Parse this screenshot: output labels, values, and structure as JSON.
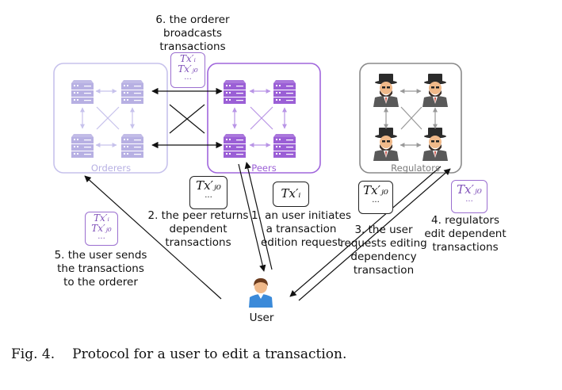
{
  "groups": {
    "orderers": "Orderers",
    "peers": "Peers",
    "regulators": "Regulators"
  },
  "user_label": "User",
  "steps": {
    "step1": "1. an user initiates\na transaction\nedition request",
    "step2": "2. the peer returns\ndependent\ntransactions",
    "step3": "3. the user\nrequests editing\ndependency\ntransaction",
    "step4": "4. regulators\nedit dependent\ntransactions",
    "step5": "5. the user sends\nthe transactions\nto the orderer",
    "step6": "6. the orderer\nbroadcasts\ntransactions"
  },
  "tx": {
    "txi": "Tx′ᵢ",
    "txj0": "Tx′ⱼ₀",
    "dots": "..."
  },
  "caption": {
    "number": "Fig. 4.",
    "text": "Protocol for a user to edit a transaction."
  },
  "colors": {
    "orderer_light": "#b7b0e3",
    "peer_purple": "#9b5fd6",
    "regulator_gray": "#7a7a7a",
    "user_blue": "#3b8ad9"
  }
}
